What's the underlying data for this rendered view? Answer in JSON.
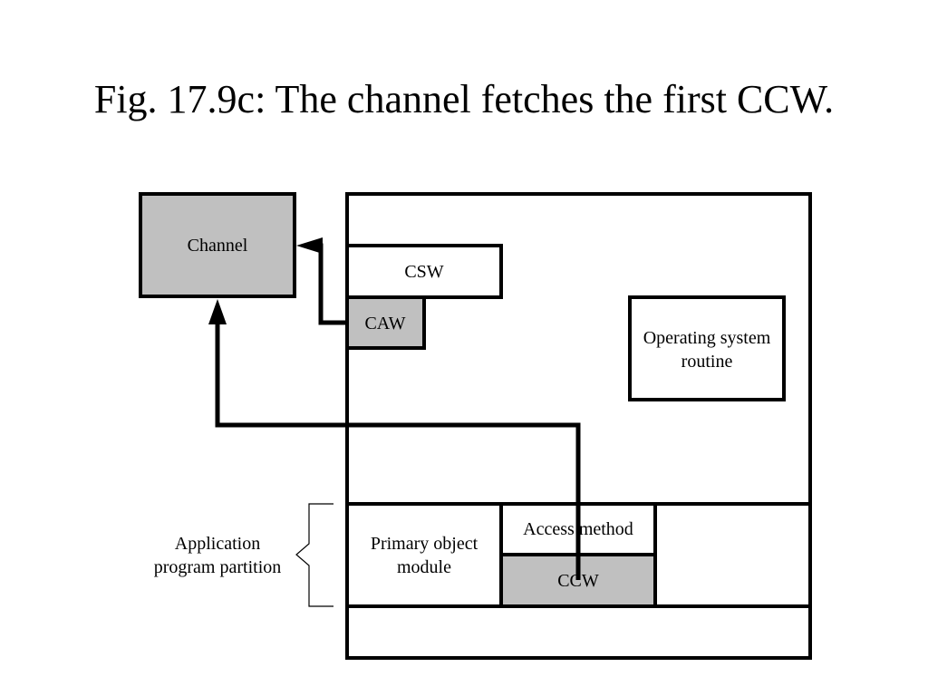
{
  "title": "Fig. 17.9c: The channel fetches the first CCW.",
  "colors": {
    "shaded_box": "#c0c0c0",
    "stroke": "#000000",
    "background": "#ffffff"
  },
  "diagram": {
    "channel": "Channel",
    "csw": "CSW",
    "caw": "CAW",
    "os_routine": [
      "Operating system",
      "routine"
    ],
    "primary_object_module": [
      "Primary object",
      "module"
    ],
    "access_method": "Access method",
    "ccw": "CCW",
    "app_partition": [
      "Application",
      "program partition"
    ]
  }
}
